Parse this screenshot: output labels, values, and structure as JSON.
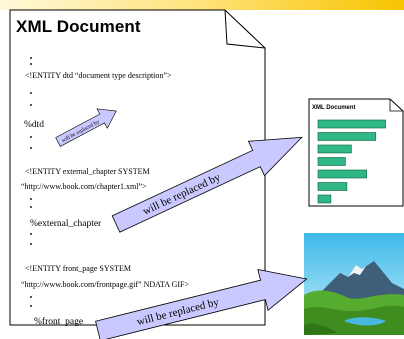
{
  "doc": {
    "title": "XML Document",
    "lines": [
      "<!ENTITY dtd “document type description”>",
      "%dtd",
      "<!ENTITY external_chapter SYSTEM",
      "“http://www.book.com/chapter1.xml”>",
      "%external_chapter",
      "<!ENTITY front_page SYSTEM",
      "“http://www.book.com/frontpage.gif” NDATA GIF>",
      "%front_page"
    ]
  },
  "arrows": {
    "small": "will be replaced by",
    "large1": "will be replaced by",
    "large2": "will be replaced by"
  },
  "small_doc": {
    "title": "XML Document",
    "bars": [
      0.89,
      0.76,
      0.44,
      0.36,
      0.64,
      0.38,
      0.17
    ]
  },
  "colors": {
    "arrow_fill": "#c9c9ff",
    "bar_fill": "#2fb885",
    "bar_stroke": "#0b5f3e",
    "sky": "#5fc9ee",
    "mountain": "#3f5e78",
    "grass": "#4fa52a",
    "water": "#47b9e0"
  }
}
